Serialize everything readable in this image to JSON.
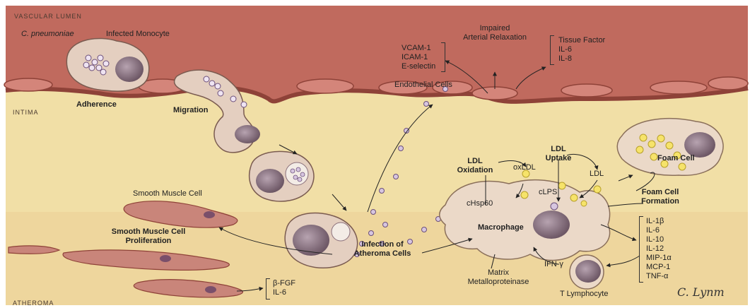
{
  "regions": {
    "lumen": "VASCULAR LUMEN",
    "intima": "INTIMA",
    "atheroma": "ATHEROMA"
  },
  "labels": {
    "pathogen": "C. pneumoniae",
    "infected_monocyte": "Infected Monocyte",
    "adherence": "Adherence",
    "migration": "Migration",
    "endothelial_cells": "Endothelial Cells",
    "impaired_relaxation": [
      "Impaired",
      "Arterial Relaxation"
    ],
    "smooth_muscle_cell": "Smooth Muscle Cell",
    "smc_proliferation": [
      "Smooth Muscle Cell",
      "Proliferation"
    ],
    "infection_atheroma": [
      "Infection of",
      "Atheroma Cells"
    ],
    "ldl_oxidation": [
      "LDL",
      "Oxidation"
    ],
    "oxldl": "oxLDL",
    "ldl_uptake": [
      "LDL",
      "Uptake"
    ],
    "ldl": "LDL",
    "clps": "cLPS",
    "chsp60": "cHsp60",
    "foam_cell": "Foam Cell",
    "foam_cell_formation": [
      "Foam Cell",
      "Formation"
    ],
    "macrophage": "Macrophage",
    "mmp": [
      "Matrix",
      "Metalloproteinase"
    ],
    "ifn": "IFN-γ",
    "t_lymphocyte": "T Lymphocyte",
    "signature": "C. Lynm"
  },
  "lists": {
    "adhesion_molecules": [
      "VCAM-1",
      "ICAM-1",
      "E-selectin"
    ],
    "endothelial_products": [
      "Tissue Factor",
      "IL-6",
      "IL-8"
    ],
    "cytokines": [
      "IL-1β",
      "IL-6",
      "IL-10",
      "IL-12",
      "MIP-1α",
      "MCP-1",
      "TNF-α"
    ],
    "smc_factors": [
      "β-FGF",
      "IL-6"
    ]
  }
}
